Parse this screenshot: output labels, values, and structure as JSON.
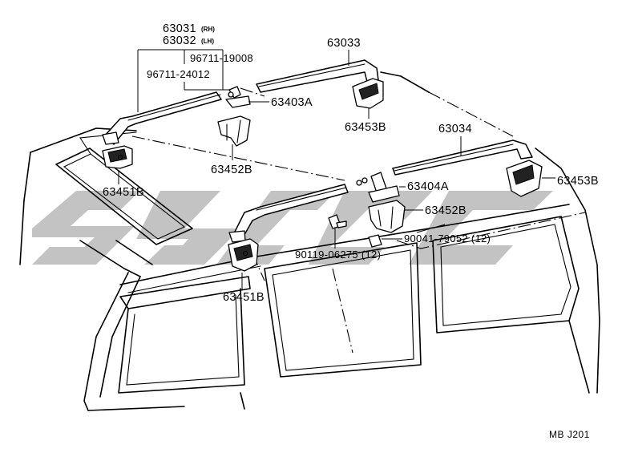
{
  "labels": {
    "p63031": "63031",
    "p63031_side": "(RH)",
    "p63032": "63032",
    "p63032_side": "(LH)",
    "p96711_19008": "96711-19008",
    "p96711_24012": "96711-24012",
    "p63403A": "63403A",
    "p63033": "63033",
    "p63453B_top": "63453B",
    "p63034": "63034",
    "p63453B_right": "63453B",
    "p63452B_left": "63452B",
    "p63404A": "63404A",
    "p63452B_right": "63452B",
    "p90041": "90041-79052 (12)",
    "p63451B_left": "63451B",
    "p90119": "90119-06275 (12)",
    "p63451B_bottom": "63451B"
  },
  "reference_code": "MB J201",
  "watermark_color": "#b9b9b9"
}
